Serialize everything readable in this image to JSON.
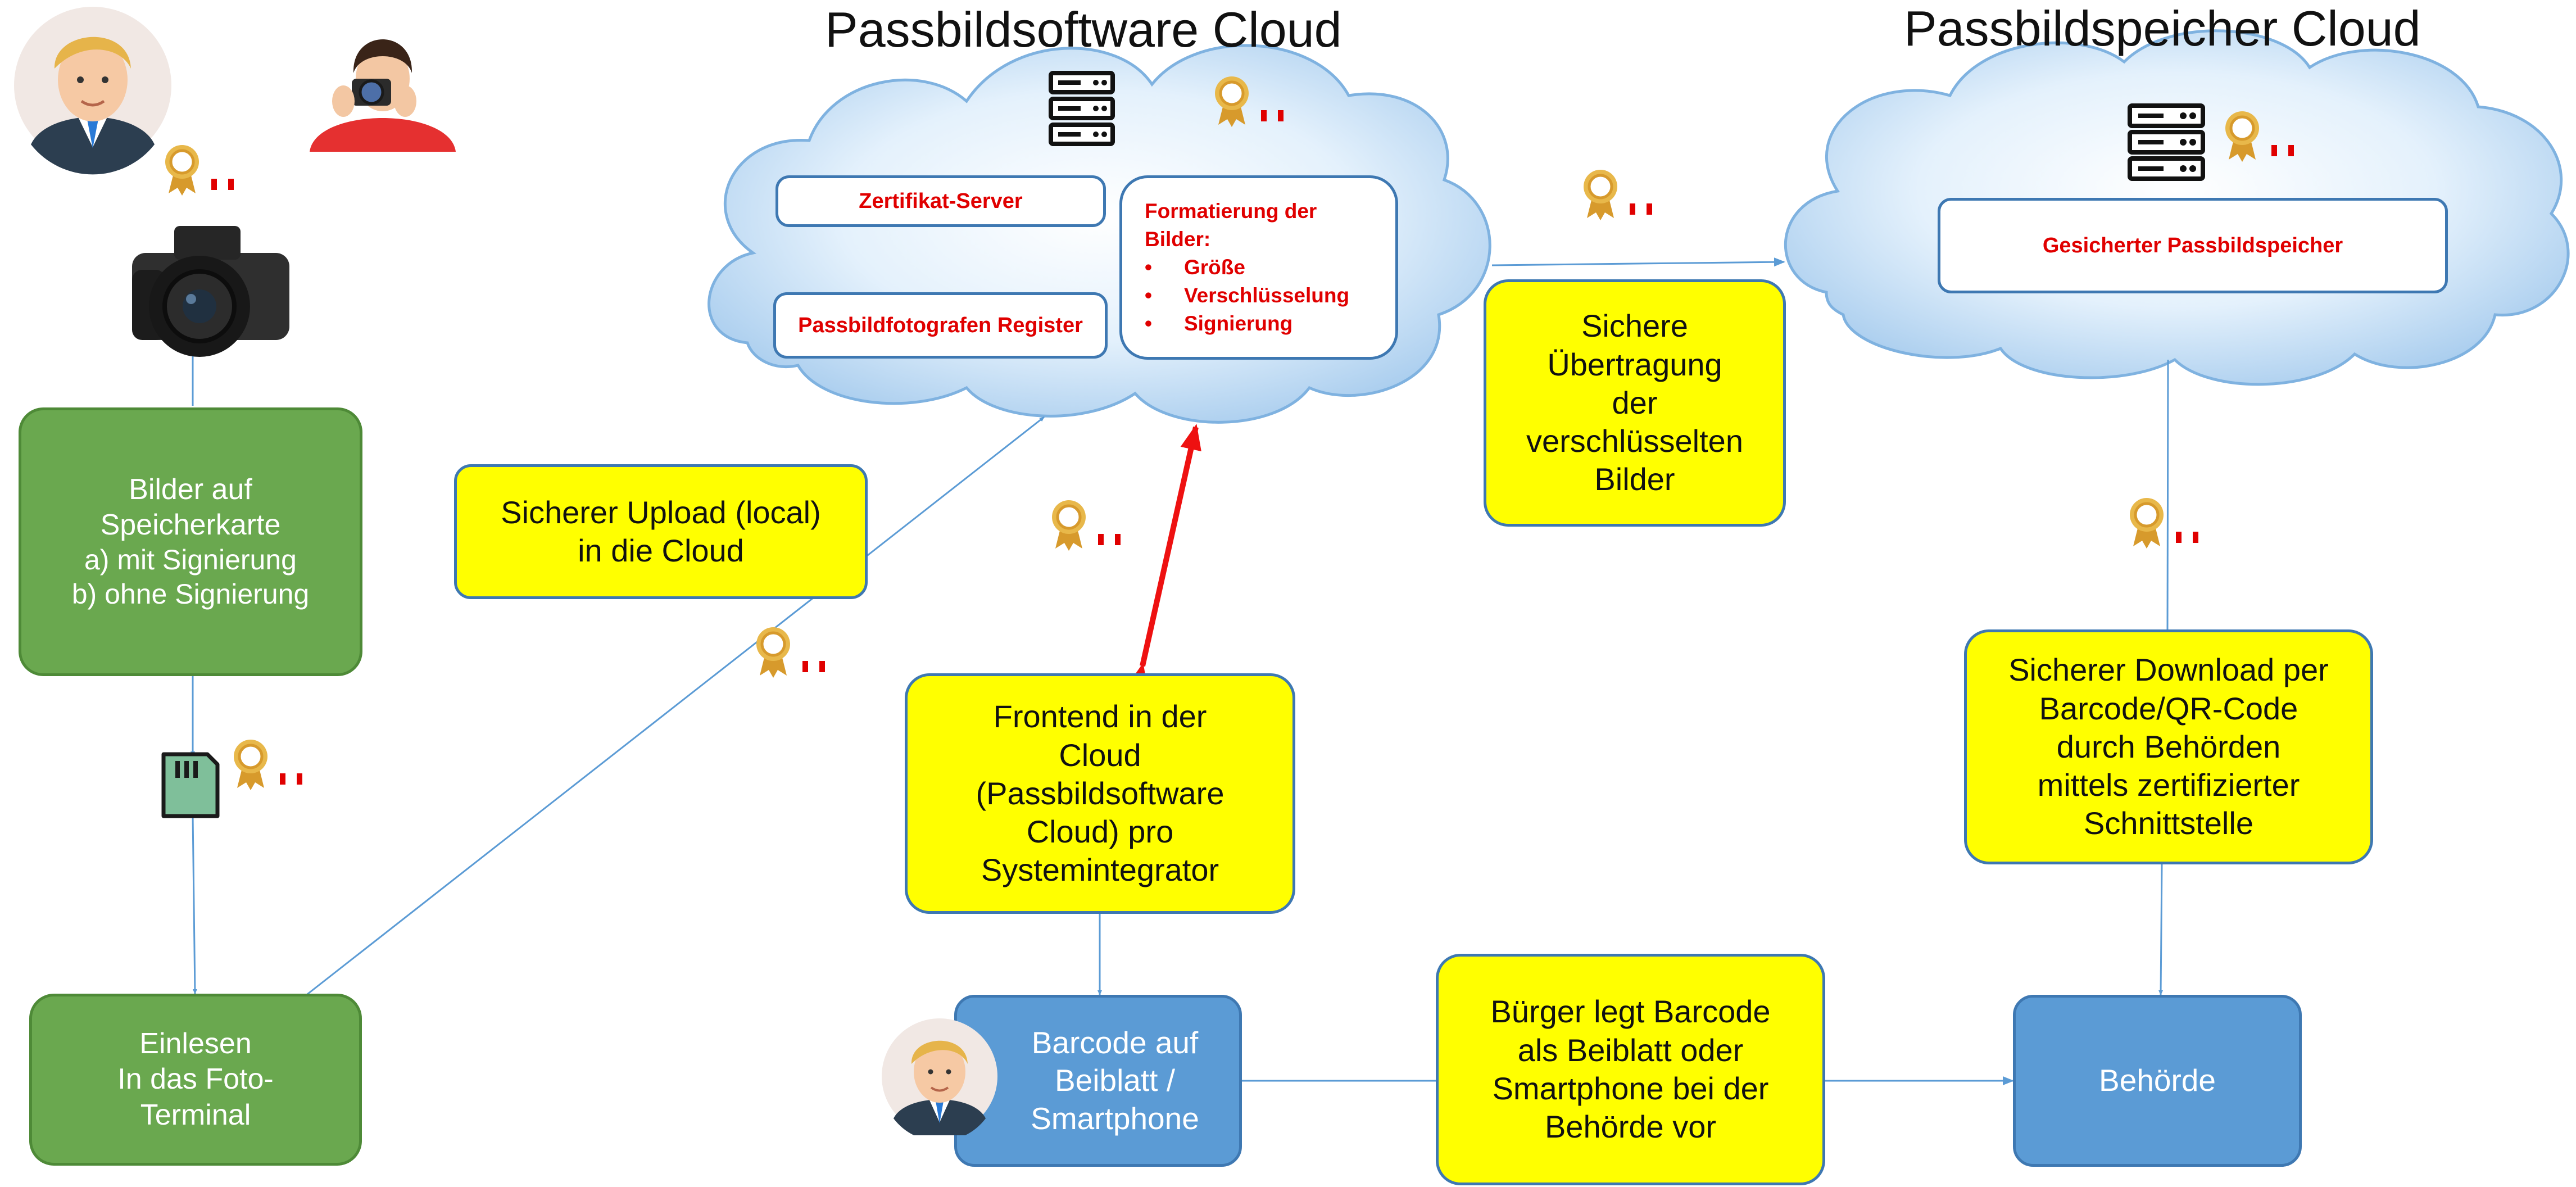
{
  "titles": {
    "software_cloud": "Passbildsoftware Cloud",
    "storage_cloud": "Passbildspeicher Cloud"
  },
  "software_cloud": {
    "certificate_server": "Zertifikat-Server",
    "photographer_register": "Passbildfotografen Register",
    "formatting": {
      "heading": "Formatierung  der Bilder:",
      "items": [
        "Größe",
        "Verschlüsselung",
        "Signierung"
      ]
    }
  },
  "storage_cloud": {
    "secure_storage": "Gesicherter Passbildspeicher"
  },
  "boxes": {
    "memory_card": {
      "lines": [
        "Bilder auf",
        "Speicherkarte",
        "a) mit Signierung",
        "b) ohne Signierung"
      ]
    },
    "read_in": {
      "lines": [
        "Einlesen",
        "In das Foto-",
        "Terminal"
      ]
    },
    "secure_upload": {
      "lines": [
        "Sicherer Upload (local)",
        "in die Cloud"
      ]
    },
    "secure_transfer": {
      "lines": [
        "Sichere",
        "Übertragung",
        "der",
        "verschlüsselten",
        "Bilder"
      ]
    },
    "frontend": {
      "lines": [
        "Frontend in der",
        "Cloud",
        "(Passbildsoftware",
        "Cloud) pro",
        "Systemintegrator"
      ]
    },
    "barcode": {
      "lines": [
        "Barcode auf",
        "Beiblatt /",
        "Smartphone"
      ]
    },
    "citizen": {
      "lines": [
        "Bürger legt Barcode",
        "als Beiblatt oder",
        "Smartphone bei der",
        "Behörde vor"
      ]
    },
    "download": {
      "lines": [
        "Sicherer Download per",
        "Barcode/QR-Code",
        "durch Behörden",
        "mittels zertifizierter",
        "Schnittstelle"
      ]
    },
    "authority": {
      "lines": [
        "Behörde"
      ]
    }
  },
  "icons": [
    "citizen-avatar-icon",
    "photographer-icon",
    "camera-icon",
    "sd-card-icon",
    "server-rack-icon",
    "certificate-award-icon"
  ],
  "colors": {
    "green_box": "#6aa84f",
    "blue_box": "#5b9bd5",
    "yellow_box": "#ffff00",
    "box_border": "#3e78b2",
    "red_text": "#e00000",
    "connector": "#5b9bd5",
    "red_arrow": "#ee1111",
    "cloud_fill": "#d6e9fa"
  }
}
